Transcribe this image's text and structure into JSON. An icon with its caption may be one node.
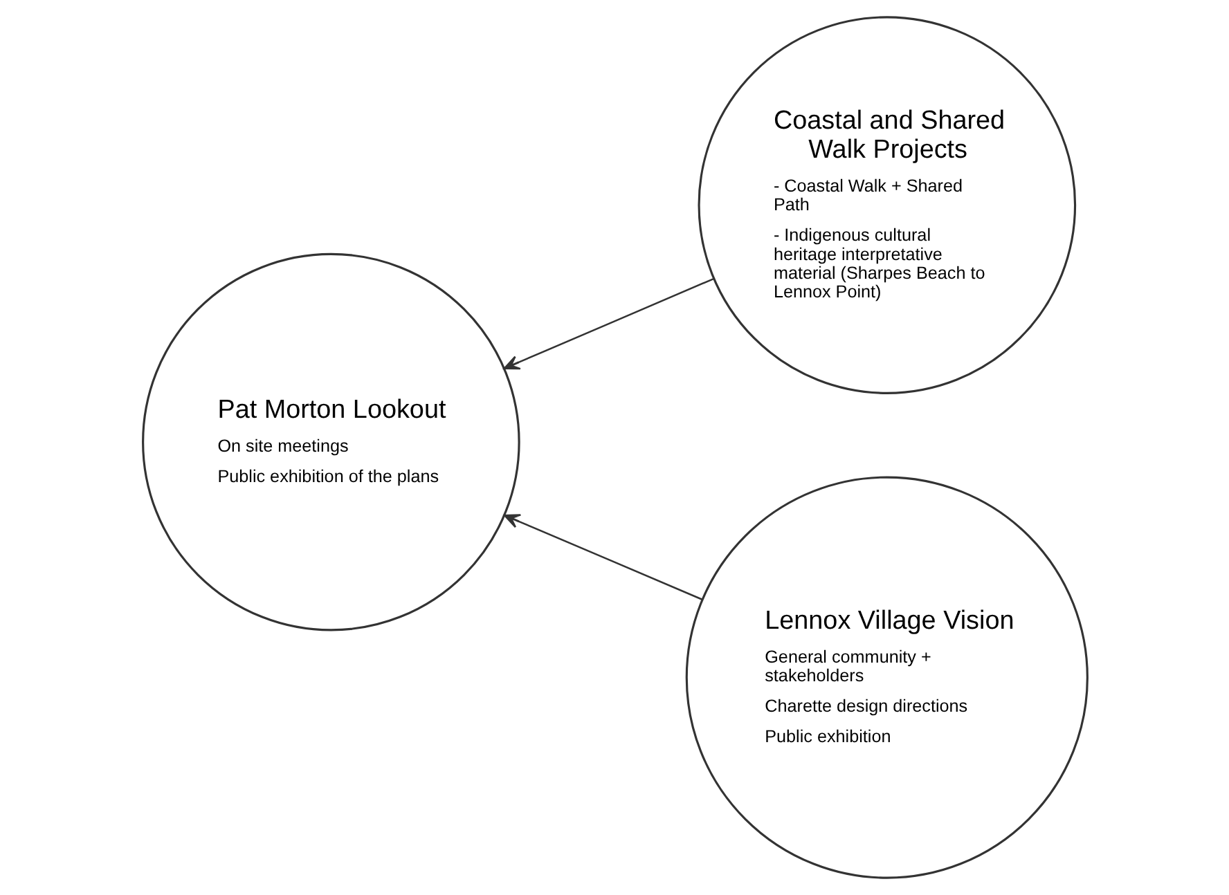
{
  "diagram": {
    "nodes": [
      {
        "text": [
          "Pat Morton Lookout",
          "On site meetings",
          "Public exhibition of the plans"
        ]
      },
      {
        "text": [
          "Coastal and Shared Walk Projects",
          "- Coastal Walk + Shared Path",
          "- Indigenous cultural heritage interpretative material (Sharpes Beach to Lennox Point)"
        ]
      },
      {
        "text": [
          "Lennox Village Vision",
          "General community + stakeholders",
          "Charette design directions",
          "Public exhibition"
        ]
      }
    ],
    "edges": [
      {
        "from": 1,
        "to": 0,
        "arrow": "to"
      },
      {
        "from": 2,
        "to": 0,
        "arrow": "to"
      }
    ]
  }
}
